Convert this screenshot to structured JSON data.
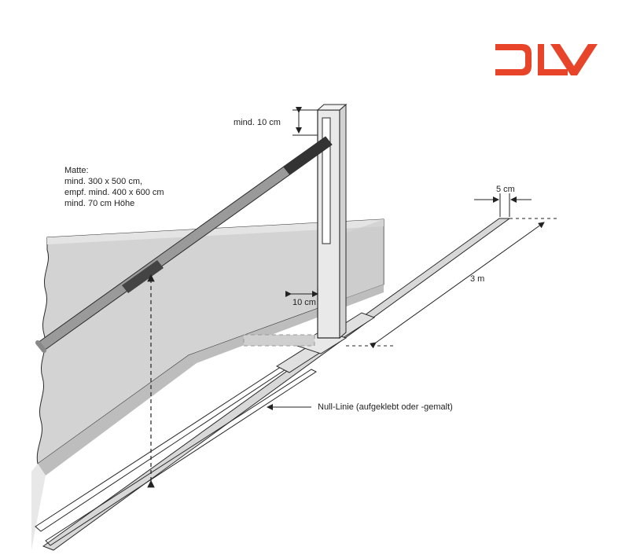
{
  "logo": {
    "text": "DLV",
    "color": "#e8442a"
  },
  "labels": {
    "bar_clearance": "mind. 10 cm",
    "mat_title": "Matte:",
    "mat_line1": "mind. 300 x 500 cm,",
    "mat_line2": "empf. mind. 400 x 600 cm",
    "mat_line3": "mind. 70 cm Höhe",
    "line_width": "5 cm",
    "line_length": "3 m",
    "post_offset": "10 cm",
    "zero_line": "Null-Linie (aufgeklebt oder -gemalt)"
  },
  "colors": {
    "mat": "#dcdcdc",
    "mat_shadow": "#c8c8c8",
    "bar": "#9a9a9a",
    "bar_dark": "#333333",
    "post": "#e6e6e6",
    "line": "#cfcfcf",
    "stroke": "#2a2a2a"
  }
}
